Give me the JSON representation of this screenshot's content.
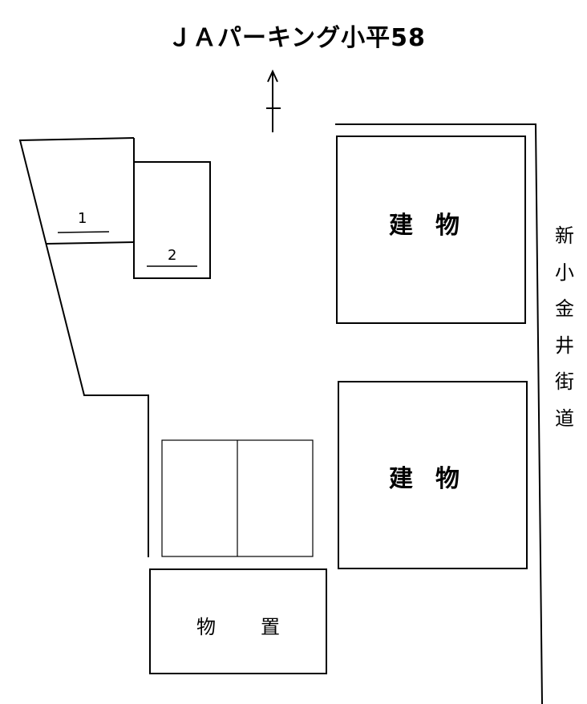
{
  "title": "ＪＡパーキング小平58",
  "spaces": [
    {
      "label": "1"
    },
    {
      "label": "2"
    }
  ],
  "buildings": [
    {
      "label": "建物"
    },
    {
      "label": "建物"
    }
  ],
  "storage": {
    "label": "物置"
  },
  "road": {
    "label": "新小金井街道"
  },
  "compass": {
    "icon": "north-arrow-icon"
  }
}
